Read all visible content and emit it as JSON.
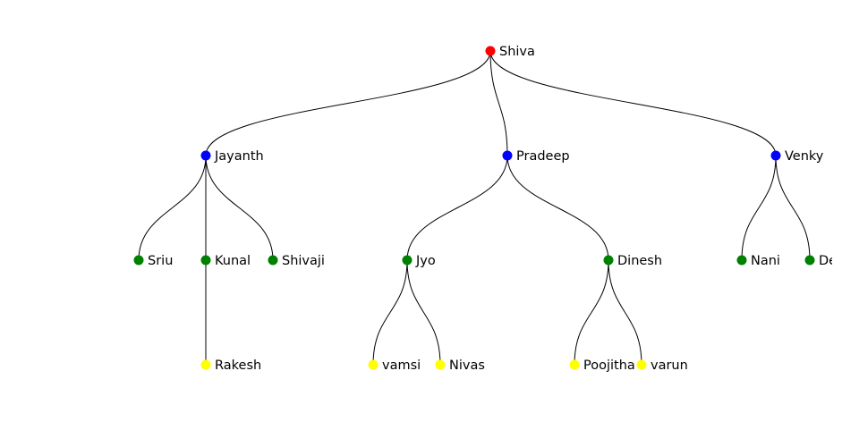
{
  "tree": {
    "name": "Shiva",
    "level_color": "#ff0000",
    "children": [
      {
        "name": "Jayanth",
        "children": [
          {
            "name": "Sriu"
          },
          {
            "name": "Kunal",
            "children": [
              {
                "name": "Rakesh"
              }
            ]
          },
          {
            "name": "Shivaji"
          }
        ]
      },
      {
        "name": "Pradeep",
        "children": [
          {
            "name": "Jyo",
            "children": [
              {
                "name": "vamsi"
              },
              {
                "name": "Nivas"
              }
            ]
          },
          {
            "name": "Dinesh",
            "children": [
              {
                "name": "Poojitha"
              },
              {
                "name": "varun"
              }
            ]
          }
        ]
      },
      {
        "name": "Venky",
        "children": [
          {
            "name": "Nani"
          },
          {
            "name": "De"
          }
        ]
      }
    ]
  },
  "depth_colors": [
    "#ff0000",
    "#0000ff",
    "#008000",
    "#ffff00"
  ]
}
